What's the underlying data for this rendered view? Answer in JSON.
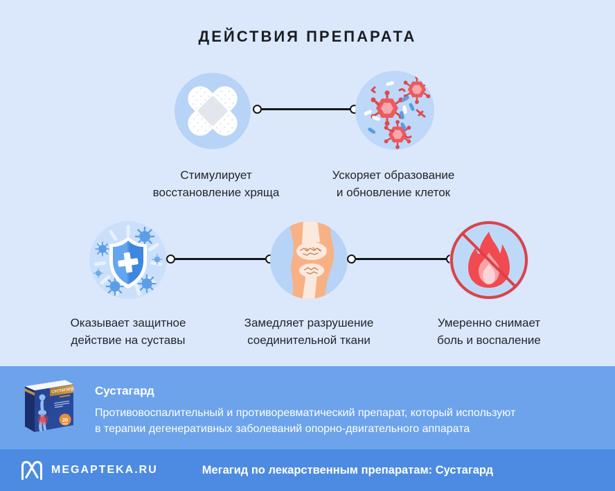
{
  "title": "ДЕЙСТВИЯ ПРЕПАРАТА",
  "actions": [
    {
      "icon": "bandage-icon",
      "lines": [
        "Стимулирует",
        "восстановление хряща"
      ]
    },
    {
      "icon": "cells-icon",
      "lines": [
        "Ускоряет образование",
        "и обновление клеток"
      ]
    },
    {
      "icon": "shield-icon",
      "lines": [
        "Оказывает защитное",
        "действие на суставы"
      ]
    },
    {
      "icon": "knee-joint-icon",
      "lines": [
        "Замедляет разрушение",
        "соединительной ткани"
      ]
    },
    {
      "icon": "no-fire-icon",
      "lines": [
        "Умеренно снимает",
        "боль и воспаление"
      ]
    }
  ],
  "product": {
    "name": "Сустагард",
    "description_lines": [
      "Противовоспалительный и противоревматический препарат, который используют",
      "в терапии дегенеративных заболеваний опорно-двигательного аппарата"
    ],
    "box_brand": "СУСТАГАРД",
    "box_badge": "20"
  },
  "footer": {
    "brand": "MEGAPTEKA.RU",
    "tagline": "Мегагид по лекарственным препаратам: Сустагард"
  },
  "colors": {
    "page_bg": "#DBE8FC",
    "circle_bg": "#B7D3F6",
    "product_bg": "#6CA3EB",
    "footer_bg": "#4C8BE1",
    "connector": "#151515",
    "title_color": "#1B1D23",
    "virus_red": "#E4555A",
    "pill_blue": "#5B9BE6",
    "shield_blue": "#4289DF",
    "flame_red": "#F14A50",
    "prohibition_red": "#DD4146",
    "skin_orange": "#F8B185",
    "bone": "#FCE9DE"
  }
}
